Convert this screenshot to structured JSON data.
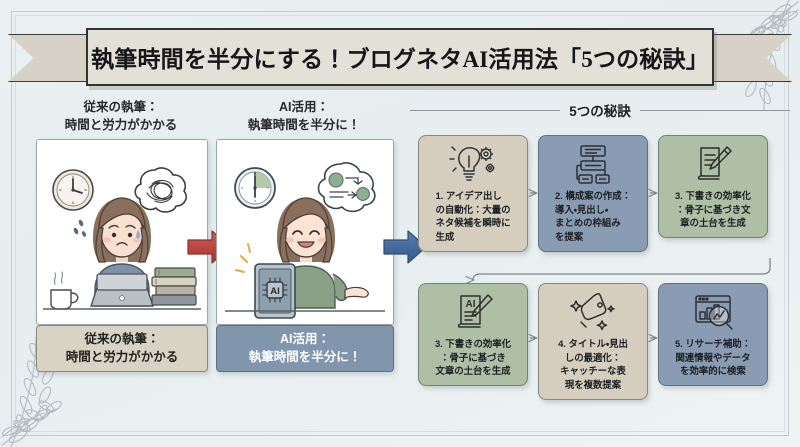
{
  "title": {
    "text": "執筆時間を半分にする！ブログネタAI活用法「5つの秘訣」"
  },
  "comparison": {
    "before": {
      "heading": "従来の執筆：\n時間と労力がかかる",
      "caption": "従来の執筆：\n時間と労力がかかる",
      "illustration_name": "stressed-writer-illustration"
    },
    "after": {
      "heading": "AI活用：\n執筆時間を半分に！",
      "caption": "AI活用：\n執筆時間を半分に！",
      "illustration_name": "happy-writer-with-ai-tablet-illustration"
    },
    "arrow_transform_color": "#c0504d",
    "arrow_toflow_color": "#4a72a8"
  },
  "secrets_section": {
    "heading": "5つの秘訣",
    "cards": [
      {
        "number": "1.",
        "text": "1. アイデア出し\nの自動化：大量の\nネタ候補を瞬時に\n生成",
        "icon": "lightbulb-gear-icon",
        "tone": "tone-tan",
        "align": "left"
      },
      {
        "number": "2.",
        "text": "2. 構成案の作成：\n導入・見出し・\nまとめの枠組み\nを提案",
        "icon": "hierarchy-outline-icon",
        "tone": "tone-blue",
        "align": "left"
      },
      {
        "number": "3.",
        "text": "3. 下書きの効率化\n：骨子に基づき文\n章の土台を生成",
        "icon": "document-pencil-icon",
        "tone": "tone-green",
        "align": "center"
      },
      {
        "number": "3.",
        "text": "3. 下書きの効率化\n：骨子に基づき\n文章の土台を生成",
        "icon": "ai-document-pencil-icon",
        "tone": "tone-green",
        "align": "center"
      },
      {
        "number": "4.",
        "text": "4. タイトル・見出\nしの最適化：\nキャッチーな表\n現を複数提案",
        "icon": "price-tag-sparkle-icon",
        "tone": "tone-tan",
        "align": "center"
      },
      {
        "number": "5.",
        "text": "5. リサーチ補助：\n関連情報やデータ\nを効率的に検索",
        "icon": "browser-chart-magnifier-icon",
        "tone": "tone-blue",
        "align": "center"
      }
    ]
  },
  "decoration": {
    "top_right": "olive-branch-decoration",
    "bottom_left": "olive-branch-decoration",
    "background_color": "#e9eff1",
    "ribbon_color": "#e3e0d7"
  }
}
